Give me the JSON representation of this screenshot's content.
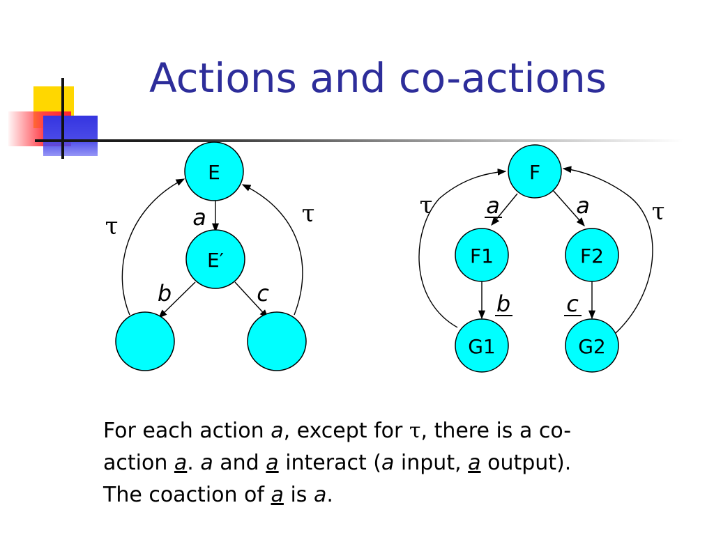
{
  "slide": {
    "title": "Actions and co-actions"
  },
  "diagram_left": {
    "nodes": {
      "e": "E",
      "eprime": "E′"
    },
    "labels": {
      "a": "a",
      "b": "b",
      "c": "c",
      "tau_left": "τ",
      "tau_right": "τ"
    }
  },
  "diagram_right": {
    "nodes": {
      "f": "F",
      "f1": "F1",
      "f2": "F2",
      "g1": "G1",
      "g2": "G2"
    },
    "labels": {
      "a_left": "a",
      "a_right": "a",
      "b": "b",
      "c": "c",
      "tau_left": "τ",
      "tau_right": "τ"
    }
  },
  "caption": {
    "l1_1": "For each action ",
    "l1_a": "a",
    "l1_2": ", except for ",
    "l1_tau": "τ",
    "l1_3": ", there is a co-",
    "l2_1": "action ",
    "l2_a_u": "a",
    "l2_2": ". ",
    "l2_a": "a",
    "l2_3": " and ",
    "l2_a_u2": "a",
    "l2_4": " interact (",
    "l2_a2": "a",
    "l2_5": " input, ",
    "l2_a_u3": "a",
    "l2_6": " output).",
    "l3_1": "The coaction of ",
    "l3_a_u": "a",
    "l3_2": " is ",
    "l3_a": "a",
    "l3_3": "."
  }
}
